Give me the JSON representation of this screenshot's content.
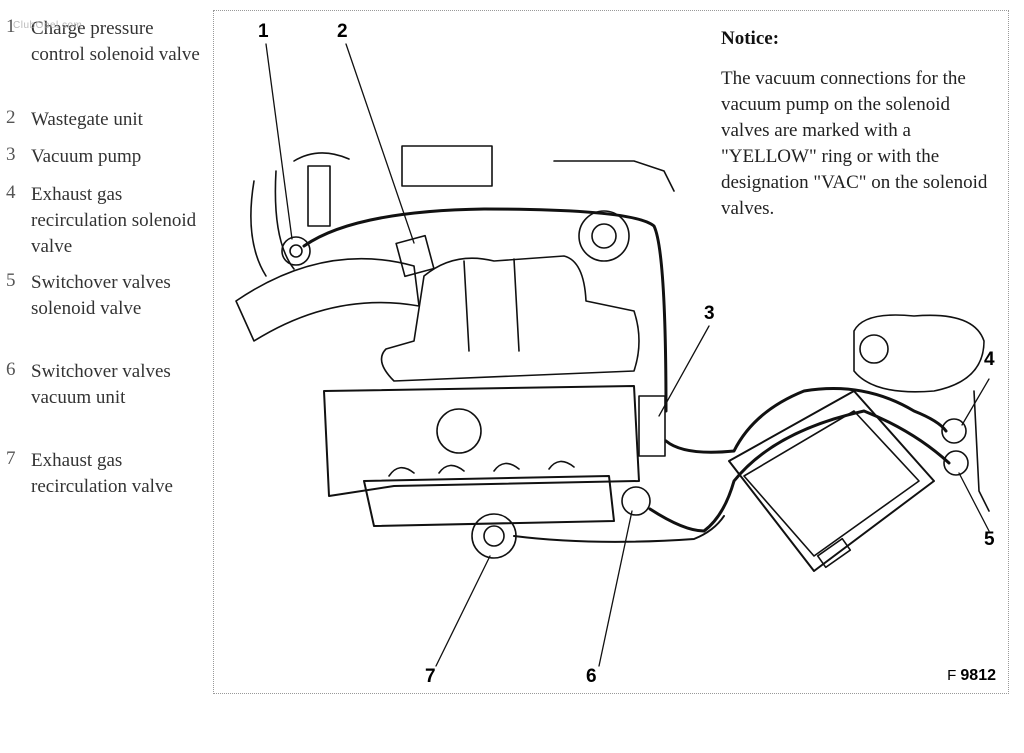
{
  "legend": [
    {
      "num": "1",
      "text": "Charge pressure control solenoid valve"
    },
    {
      "num": "2",
      "text": "Wastegate unit"
    },
    {
      "num": "3",
      "text": "Vacuum pump"
    },
    {
      "num": "4",
      "text": "Exhaust gas recirculation solenoid valve"
    },
    {
      "num": "5",
      "text": "Switchover valves solenoid valve"
    },
    {
      "num": "6",
      "text": "Switchover valves vacuum unit"
    },
    {
      "num": "7",
      "text": "Exhaust gas recirculation valve"
    }
  ],
  "notice": {
    "title": "Notice:",
    "body": "The vacuum connections for the vacuum pump on the solenoid valves are marked with a \"YELLOW\" ring or with the designation \"VAC\" on the solenoid valves."
  },
  "callouts": [
    "1",
    "2",
    "3",
    "4",
    "5",
    "6",
    "7"
  ],
  "figure": {
    "code_prefix": "F",
    "code_number": "9812"
  },
  "watermark": "ClubOpel.com"
}
